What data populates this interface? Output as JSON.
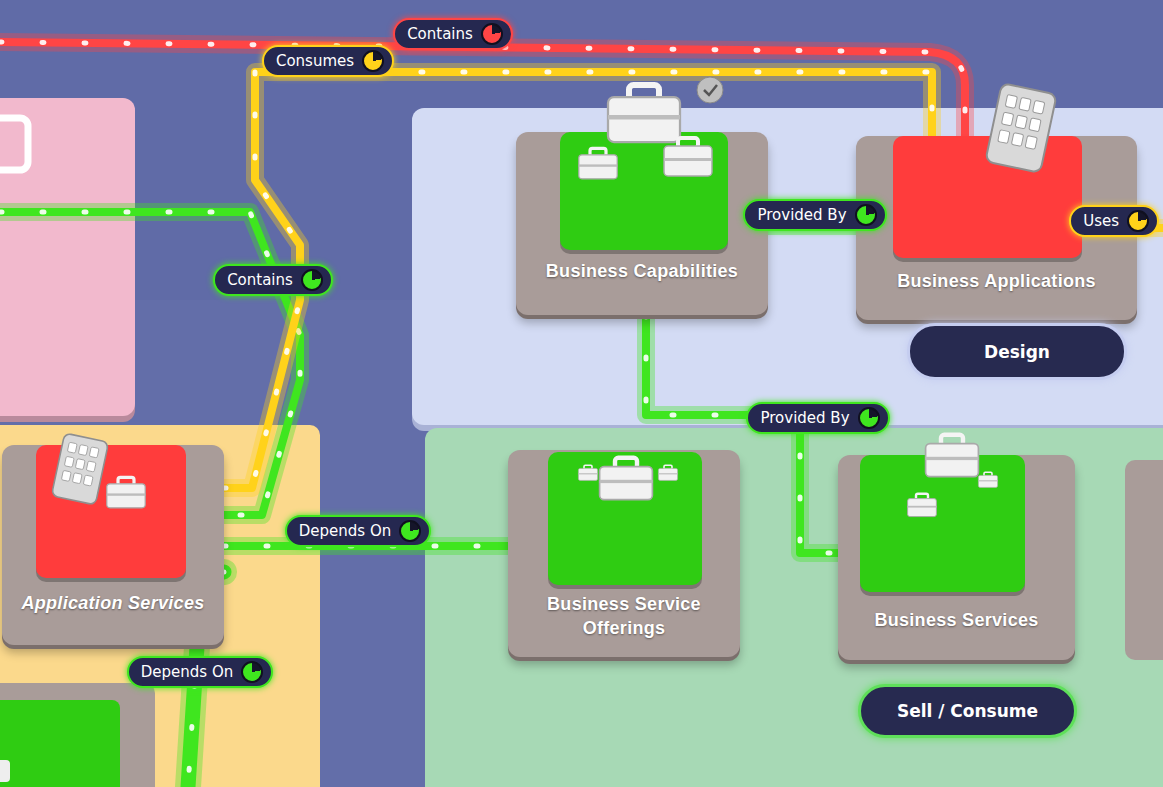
{
  "diagram": {
    "nodes": [
      {
        "text": [
          "Design"
        ]
      },
      {
        "text": [
          "Business Capabilities"
        ],
        "in": 0
      },
      {
        "text": [
          "Business Applications"
        ],
        "in": 0
      },
      {
        "text": [
          "Application Services"
        ]
      },
      {
        "text": [
          "Sell / Consume"
        ]
      },
      {
        "text": [
          "Business Service Offerings"
        ],
        "in": 4
      },
      {
        "text": [
          "Business Services"
        ],
        "in": 4
      }
    ],
    "edges": [
      {
        "from": 3,
        "to": 2,
        "label": "Consumes",
        "arrow": "none"
      },
      {
        "from": 1,
        "to": 2,
        "label": "Provided By",
        "arrow": "none"
      },
      {
        "from": 1,
        "to": 6,
        "label": "Provided By",
        "arrow": "none"
      },
      {
        "from": 3,
        "to": 5,
        "label": "Depends On",
        "arrow": "none"
      }
    ],
    "labels": [
      "Contains",
      "Contains",
      "Uses",
      "Depends On"
    ]
  }
}
